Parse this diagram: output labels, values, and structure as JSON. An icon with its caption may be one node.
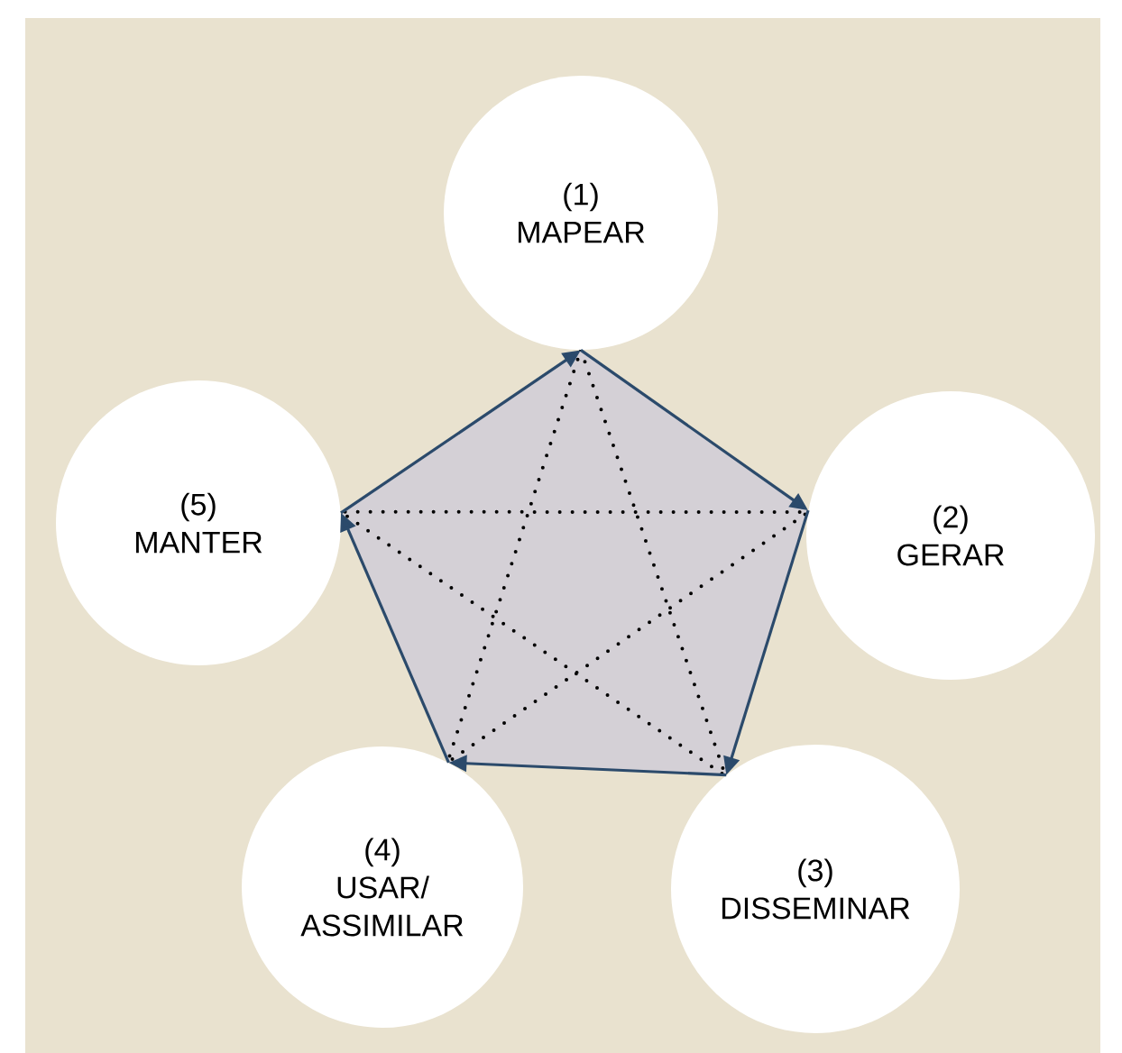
{
  "diagram": {
    "nodes": [
      {
        "text": [
          "(1)",
          "MAPEAR"
        ]
      },
      {
        "text": [
          "(2)",
          "GERAR"
        ]
      },
      {
        "text": [
          "(3)",
          "DISSEMINAR"
        ]
      },
      {
        "text": [
          "(4)",
          "USAR/ ASSIMILAR"
        ]
      },
      {
        "text": [
          "(5)",
          "MANTER"
        ]
      }
    ],
    "edges": [
      {
        "from": 0,
        "to": 1,
        "arrow": "to"
      },
      {
        "from": 1,
        "to": 2,
        "arrow": "to"
      },
      {
        "from": 2,
        "to": 3,
        "arrow": "to"
      },
      {
        "from": 3,
        "to": 4,
        "arrow": "to"
      },
      {
        "from": 4,
        "to": 0,
        "arrow": "to"
      }
    ]
  }
}
